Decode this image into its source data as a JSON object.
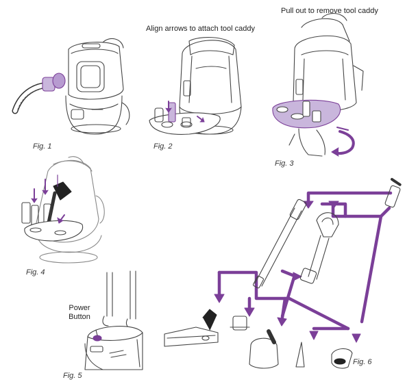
{
  "captions": {
    "align_arrows": "Align arrows to attach tool caddy",
    "pull_out": "Pull out to remove tool caddy"
  },
  "power_button": {
    "line1": "Power",
    "line2": "Button"
  },
  "figures": {
    "fig1": "Fig. 1",
    "fig2": "Fig. 2",
    "fig3": "Fig. 3",
    "fig4": "Fig. 4",
    "fig5": "Fig. 5",
    "fig6": "Fig. 6"
  },
  "colors": {
    "accent_purple": "#7b3f98",
    "accent_light": "#c9b6dc",
    "line": "#444444"
  }
}
